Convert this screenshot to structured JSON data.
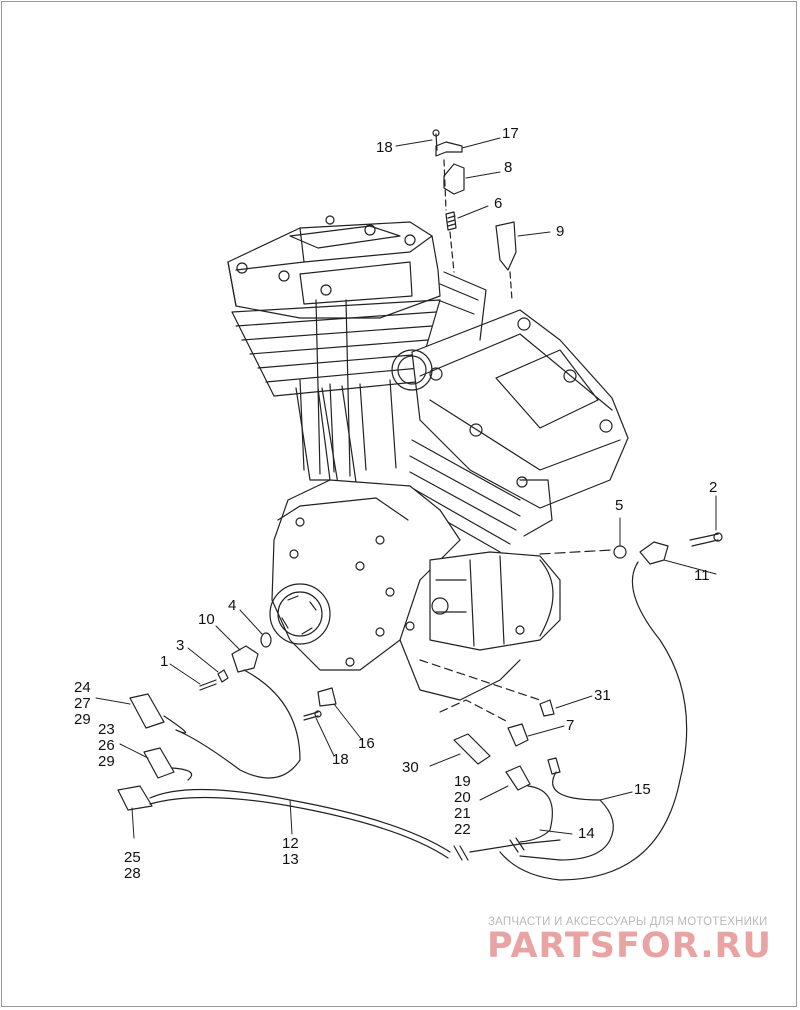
{
  "labels": [
    {
      "id": "18",
      "text": "18"
    },
    {
      "id": "17",
      "text": "17"
    },
    {
      "id": "8",
      "text": "8"
    },
    {
      "id": "6",
      "text": "6"
    },
    {
      "id": "9",
      "text": "9"
    },
    {
      "id": "5",
      "text": "5"
    },
    {
      "id": "2",
      "text": "2"
    },
    {
      "id": "11",
      "text": "11"
    },
    {
      "id": "4",
      "text": "4"
    },
    {
      "id": "10",
      "text": "10"
    },
    {
      "id": "3",
      "text": "3"
    },
    {
      "id": "1",
      "text": "1"
    },
    {
      "id": "24",
      "text": "24"
    },
    {
      "id": "27",
      "text": "27"
    },
    {
      "id": "29a",
      "text": "29"
    },
    {
      "id": "23",
      "text": "23"
    },
    {
      "id": "26",
      "text": "26"
    },
    {
      "id": "29b",
      "text": "29"
    },
    {
      "id": "16",
      "text": "16"
    },
    {
      "id": "18b",
      "text": "18"
    },
    {
      "id": "31",
      "text": "31"
    },
    {
      "id": "7",
      "text": "7"
    },
    {
      "id": "30",
      "text": "30"
    },
    {
      "id": "19",
      "text": "19"
    },
    {
      "id": "20",
      "text": "20"
    },
    {
      "id": "21",
      "text": "21"
    },
    {
      "id": "22",
      "text": "22"
    },
    {
      "id": "15",
      "text": "15"
    },
    {
      "id": "14",
      "text": "14"
    },
    {
      "id": "12",
      "text": "12"
    },
    {
      "id": "13",
      "text": "13"
    },
    {
      "id": "25",
      "text": "25"
    },
    {
      "id": "28",
      "text": "28"
    }
  ],
  "watermark": {
    "caption": "ЗАПЧАСТИ И АКСЕССУАРЫ ДЛЯ МОТОТЕХНИКИ",
    "logo": "PARTSFOR.RU"
  },
  "colors": {
    "line": "#222222",
    "watermark_caption": "#b9b9b9",
    "watermark_logo": "#e9a3a3"
  }
}
